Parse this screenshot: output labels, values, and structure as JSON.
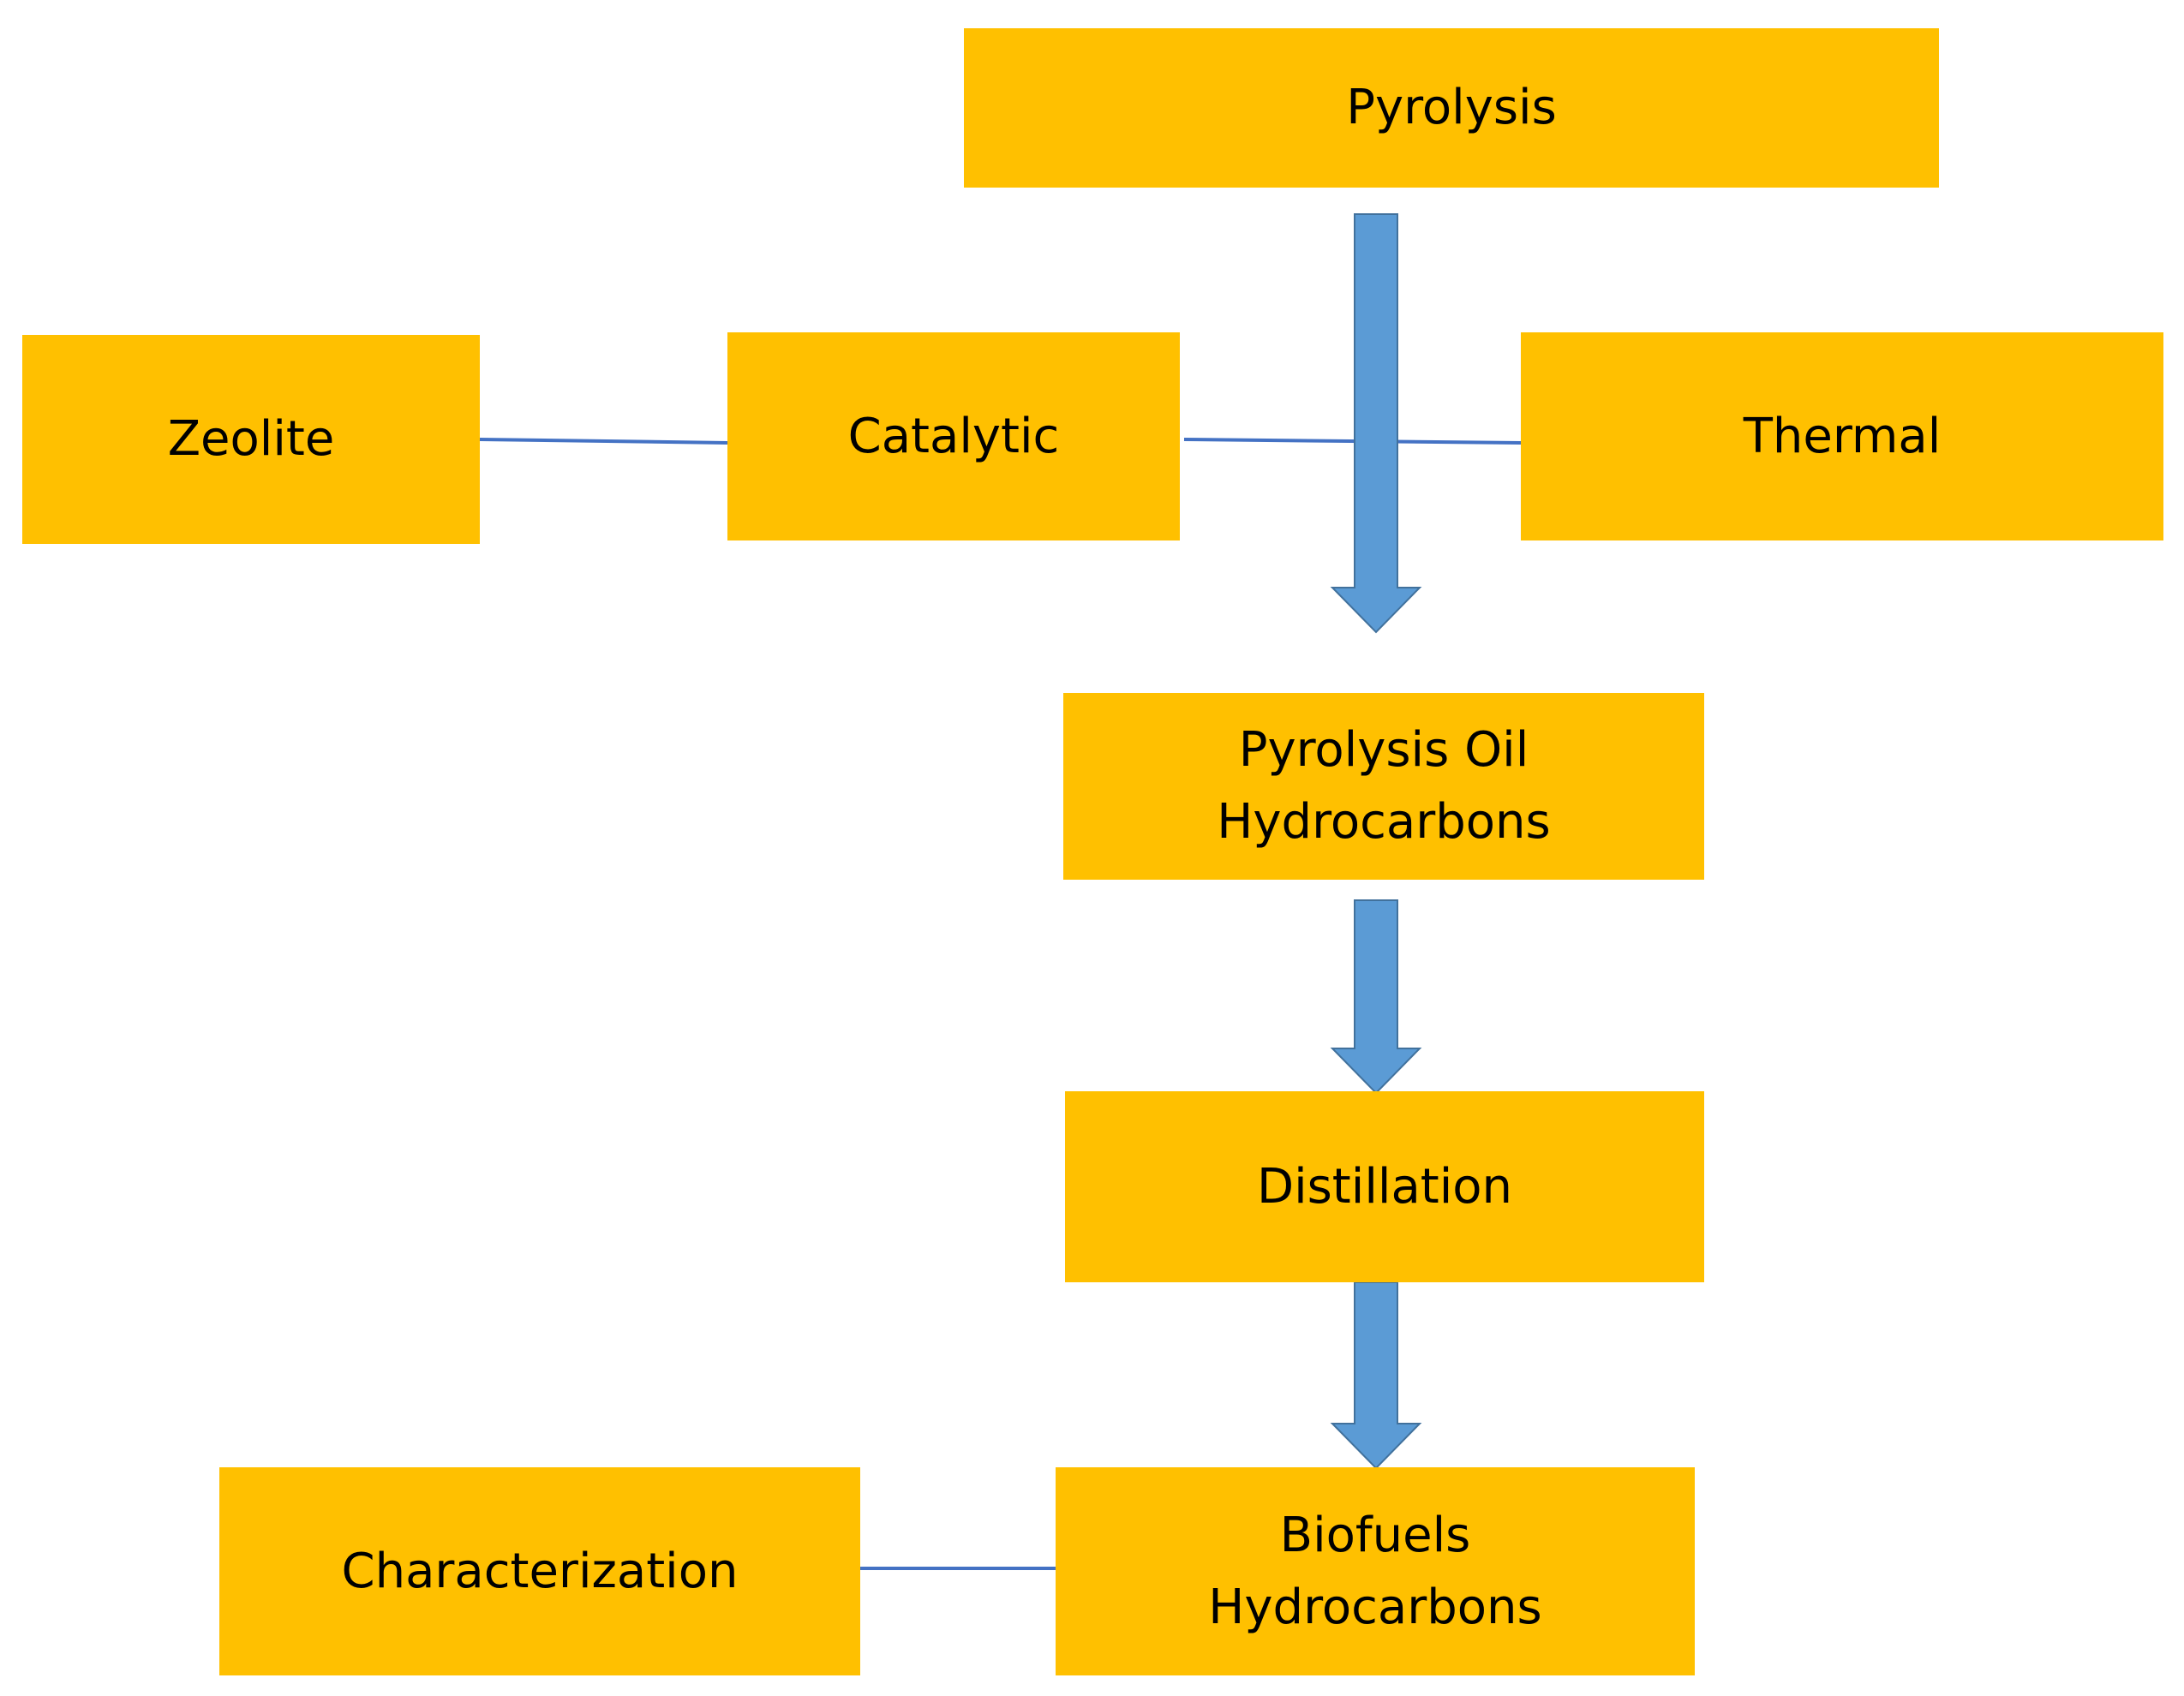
{
  "nodes": {
    "pyrolysis": "Pyrolysis",
    "zeolite": "Zeolite",
    "catalytic": "Catalytic",
    "thermal": "Thermal",
    "pyrolysis_oil_line1": "Pyrolysis Oil",
    "pyrolysis_oil_line2": "Hydrocarbons",
    "distillation": "Distillation",
    "characterization": "Characterization",
    "biofuels_line1": "Biofuels",
    "biofuels_line2": "Hydrocarbons"
  },
  "colors": {
    "box_fill": "#FFC000",
    "arrow_fill": "#5B9BD5",
    "connector_line": "#4472C4",
    "text": "#000000"
  }
}
